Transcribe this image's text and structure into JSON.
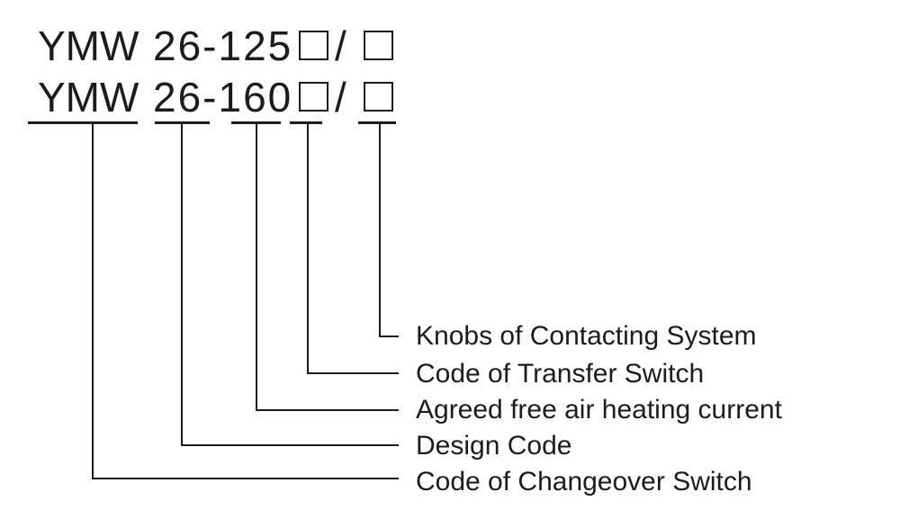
{
  "diagram": {
    "colors": {
      "ink": "#1c1c1c",
      "background": "#ffffff"
    },
    "model_lines": [
      {
        "prefix": "YMW",
        "code": "26-125",
        "separator": "/"
      },
      {
        "prefix": "YMW",
        "code": "26-160",
        "separator": "/"
      }
    ],
    "labels": [
      {
        "points_to": "second placeholder box",
        "text": "Knobs of Contacting System"
      },
      {
        "points_to": "first placeholder box",
        "text": "Code of Transfer Switch"
      },
      {
        "points_to": "125 / 160",
        "text": "Agreed free air heating current"
      },
      {
        "points_to": "26",
        "text": "Design Code"
      },
      {
        "points_to": "YMW",
        "text": "Code of Changeover Switch"
      }
    ]
  }
}
